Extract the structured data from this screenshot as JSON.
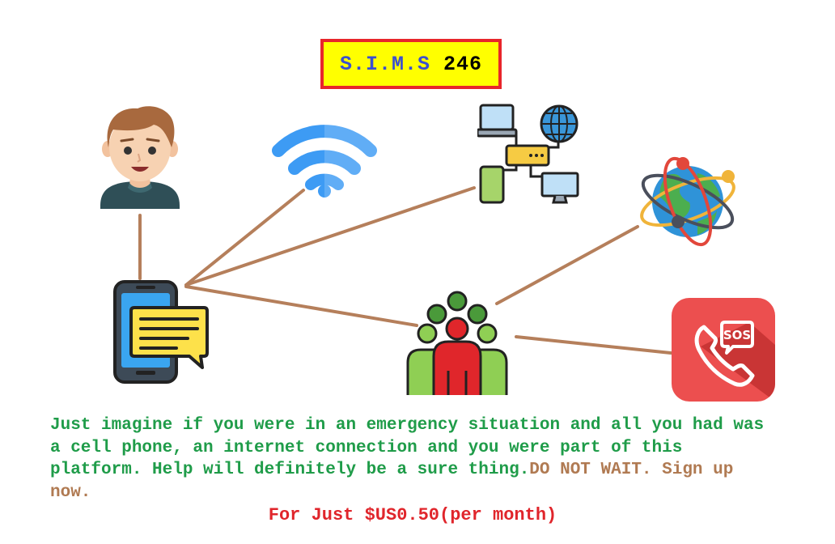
{
  "title": {
    "part_a": "S.I.M.S",
    "part_b": "246"
  },
  "icons": {
    "user": "user-avatar-icon",
    "wifi": "wifi-icon",
    "network": "network-devices-icon",
    "globe": "globe-orbit-icon",
    "phone": "smartphone-chat-icon",
    "group": "community-group-icon",
    "sos": "sos-call-icon"
  },
  "colors": {
    "connector": "#b57f5b",
    "title_background": "#ffff00",
    "title_border": "#e8252b",
    "title_text_a": "#3a4fd0",
    "message_text": "#1f9c49",
    "cta_text": "#b07a52",
    "price_text": "#e0252b"
  },
  "message": {
    "body": "Just imagine if you were in an emergency situation and all you had was a cell phone, an internet connection and you were part of this platform. Help will definitely be a sure thing.",
    "cta": "DO NOT WAIT. Sign up now."
  },
  "price": "For Just $US0.50(per month)"
}
